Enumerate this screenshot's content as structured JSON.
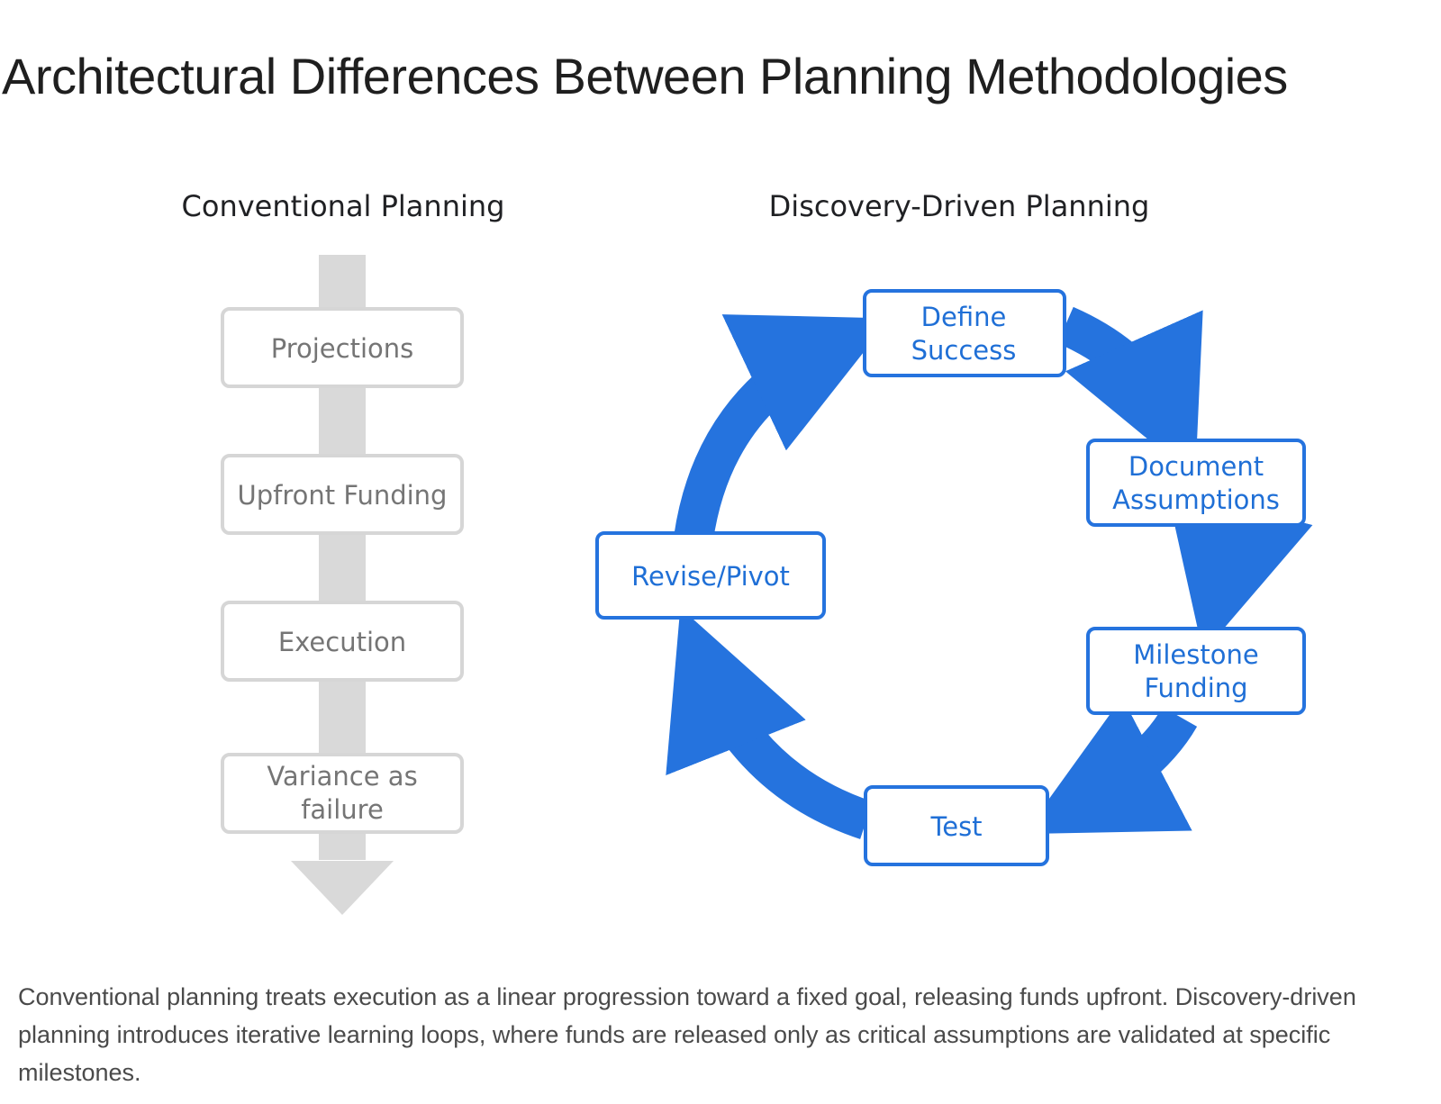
{
  "title": "Architectural Differences Between Planning Methodologies",
  "conventional": {
    "heading": "Conventional Planning",
    "steps": [
      {
        "lines": [
          "Projections"
        ]
      },
      {
        "lines": [
          "Upfront Funding"
        ]
      },
      {
        "lines": [
          "Execution"
        ]
      },
      {
        "lines": [
          "Variance as",
          "failure"
        ]
      }
    ]
  },
  "discovery": {
    "heading": "Discovery-Driven Planning",
    "steps": [
      {
        "lines": [
          "Define",
          "Success"
        ]
      },
      {
        "lines": [
          "Document",
          "Assumptions"
        ]
      },
      {
        "lines": [
          "Milestone",
          "Funding"
        ]
      },
      {
        "lines": [
          "Test"
        ]
      },
      {
        "lines": [
          "Revise/Pivot"
        ]
      }
    ]
  },
  "caption": "Conventional planning treats execution as a linear progression toward a fixed goal, releasing funds upfront. Discovery-driven planning introduces iterative learning loops, where funds are released only as critical assumptions are validated at specific milestones.",
  "colors": {
    "accent_blue": "#2573de",
    "conventional_gray": "#d9d9d9",
    "box_border_gray": "#d6d6d6"
  }
}
